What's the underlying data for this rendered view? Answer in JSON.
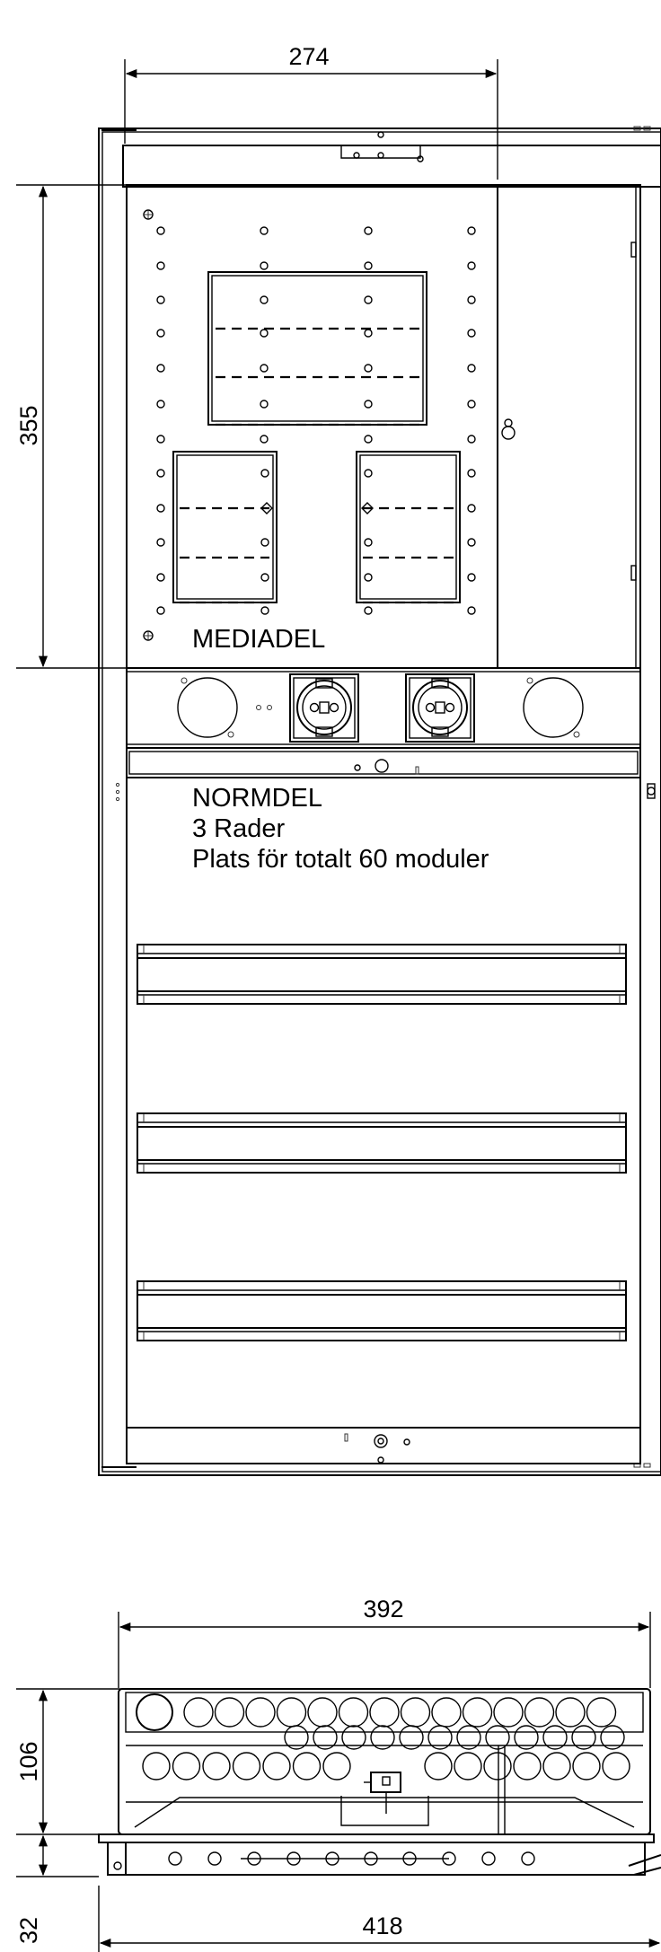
{
  "dimensions": {
    "front_width": "274",
    "front_height": "355",
    "top_inner_width": "392",
    "top_depth": "106",
    "top_base_height": "32",
    "top_total_width": "418"
  },
  "sections": {
    "media": {
      "label": "MEDIADEL"
    },
    "normal": {
      "title": "NORMDEL",
      "rows": "3 Rader",
      "capacity": "Plats för totalt 60 moduler"
    }
  }
}
